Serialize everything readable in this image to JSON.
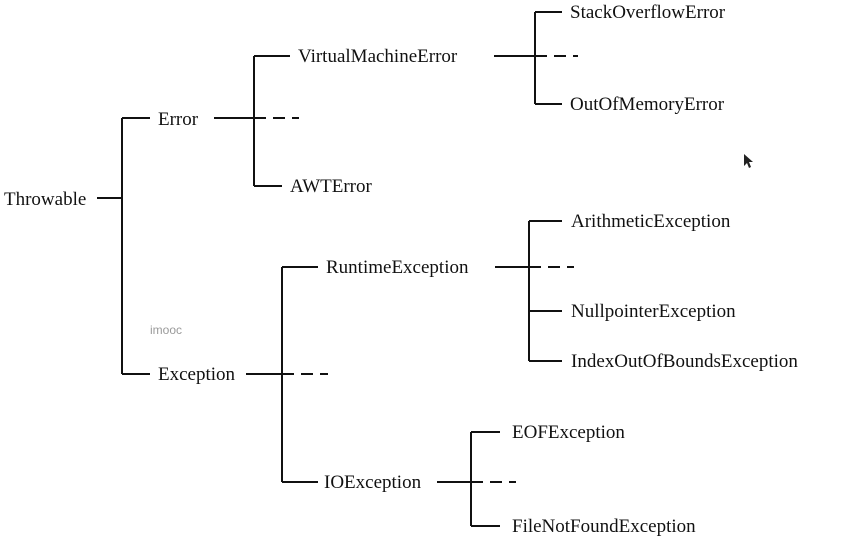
{
  "nodes": {
    "throwable": "Throwable",
    "error": "Error",
    "exception": "Exception",
    "virtual_machine_error": "VirtualMachineError",
    "awt_error": "AWTError",
    "stack_overflow_error": "StackOverflowError",
    "out_of_memory_error": "OutOfMemoryError",
    "runtime_exception": "RuntimeException",
    "io_exception": "IOException",
    "arithmetic_exception": "ArithmeticException",
    "nullpointer_exception": "NullpointerException",
    "index_out_of_bounds_exception": "IndexOutOfBoundsException",
    "eof_exception": "EOFException",
    "file_not_found_exception": "FileNotFoundException"
  },
  "watermark": "imooc",
  "colors": {
    "line": "#111111",
    "text": "#111111",
    "background": "#ffffff"
  }
}
